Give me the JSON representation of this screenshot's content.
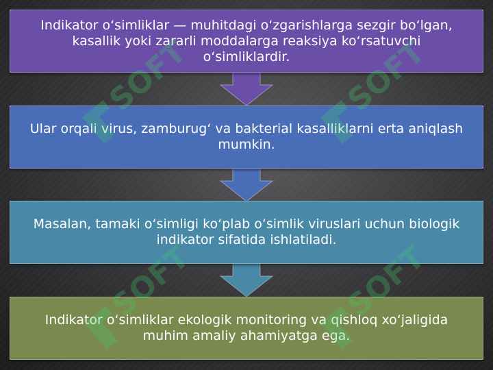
{
  "flowchart": {
    "steps": [
      {
        "text": "Indikator o‘simliklar — muhitdagi o‘zgarishlarga sezgir bo‘lgan, kasallik yoki zararli moddalarga reaksiya ko‘rsatuvchi o‘simliklardir.",
        "color": "#6a4ea8"
      },
      {
        "text": "Ular orqali virus, zamburug‘ va bakterial kasalliklarni erta aniqlash mumkin.",
        "color": "#4a6db8"
      },
      {
        "text": "Masalan, tamaki o‘simligi ko‘plab o‘simlik viruslari uchun biologik indikator sifatida ishlatiladi.",
        "color": "#4a88a8"
      },
      {
        "text": "Indikator o‘simliklar ekologik monitoring va qishloq xo‘jaligida muhim amaliy ahamiyatga ega.",
        "color": "#7a8a4e"
      }
    ],
    "arrow_colors": [
      "#6a4ea8",
      "#4a6db8",
      "#4a88a8"
    ]
  },
  "watermark": {
    "text": "SOFT",
    "icon": "soft-logo-icon",
    "color": "#3fcf6a"
  }
}
